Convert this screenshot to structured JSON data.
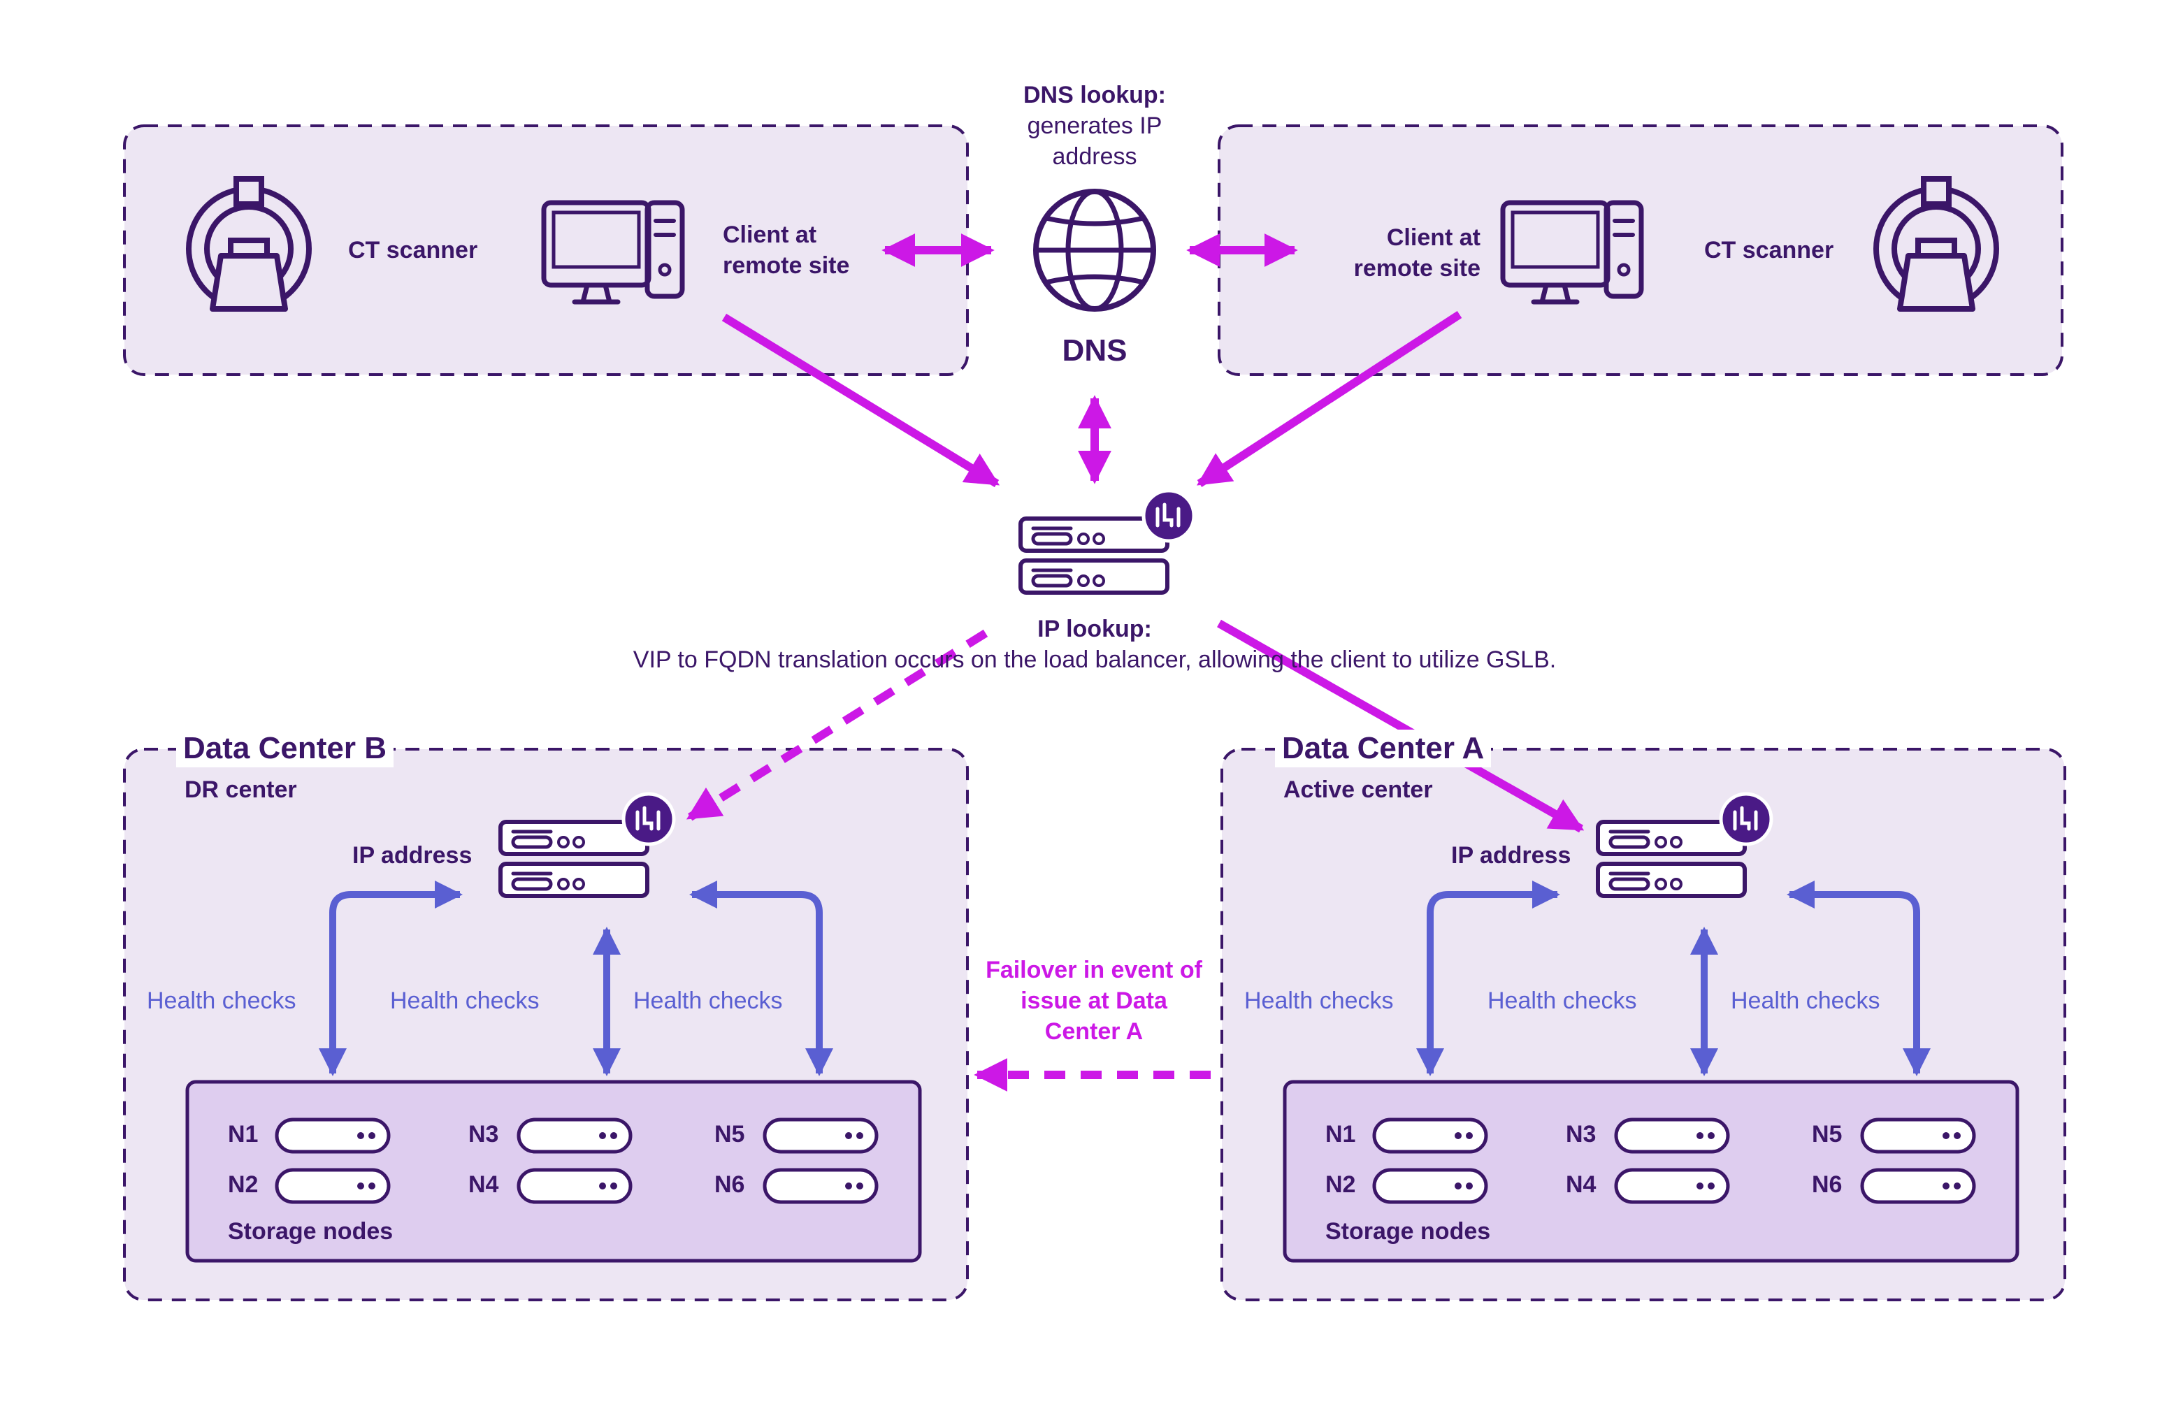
{
  "dns": {
    "lookup_title": "DNS lookup:",
    "lookup_desc": "generates IP address",
    "label": "DNS"
  },
  "remote_site_left": {
    "scanner_label": "CT scanner",
    "client_label": "Client at remote site"
  },
  "remote_site_right": {
    "scanner_label": "CT scanner",
    "client_label": "Client at remote site"
  },
  "ip_lookup": {
    "title": "IP lookup:",
    "desc": "VIP to FQDN translation occurs on the load balancer, allowing the client to utilize GSLB."
  },
  "data_center_b": {
    "title": "Data Center B",
    "subtitle": "DR center",
    "ip_label": "IP address",
    "health_checks": [
      "Health checks",
      "Health checks",
      "Health checks"
    ],
    "storage_label": "Storage nodes",
    "nodes": [
      "N1",
      "N2",
      "N3",
      "N4",
      "N5",
      "N6"
    ]
  },
  "data_center_a": {
    "title": "Data Center A",
    "subtitle": "Active center",
    "ip_label": "IP address",
    "health_checks": [
      "Health checks",
      "Health checks",
      "Health checks"
    ],
    "storage_label": "Storage nodes",
    "nodes": [
      "N1",
      "N2",
      "N3",
      "N4",
      "N5",
      "N6"
    ]
  },
  "failover": {
    "label": "Failover in event of issue at Data Center A"
  },
  "colors": {
    "dark_purple": "#3b1668",
    "magenta": "#cc18e6",
    "blue_violet": "#5a5fd2",
    "region_fill": "#ede6f3",
    "storage_fill": "#decdef"
  }
}
